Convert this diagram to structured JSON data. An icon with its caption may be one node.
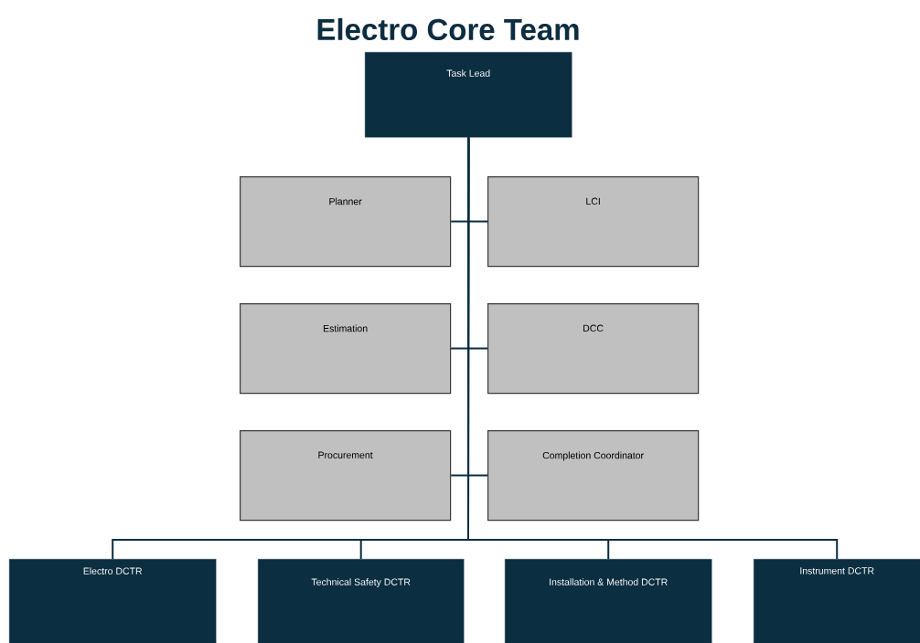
{
  "diagram": {
    "title": "Electro Core Team",
    "nodes": [
      {
        "text": [
          "Task Lead"
        ]
      },
      {
        "text": [
          "Planner"
        ]
      },
      {
        "text": [
          "LCI"
        ]
      },
      {
        "text": [
          "Estimation"
        ]
      },
      {
        "text": [
          "DCC"
        ]
      },
      {
        "text": [
          "Procurement"
        ]
      },
      {
        "text": [
          "Completion Coordinator"
        ]
      },
      {
        "text": [
          "Electro  DCTR"
        ]
      },
      {
        "text": [
          "Technical Safety DCTR"
        ]
      },
      {
        "text": [
          "Installation & Method DCTR"
        ]
      },
      {
        "text": [
          "Instrument DCTR"
        ]
      }
    ],
    "edges": [
      {
        "from": 0,
        "to": 1,
        "arrow": "none"
      },
      {
        "from": 0,
        "to": 2,
        "arrow": "none"
      },
      {
        "from": 0,
        "to": 3,
        "arrow": "none"
      },
      {
        "from": 0,
        "to": 4,
        "arrow": "none"
      },
      {
        "from": 0,
        "to": 5,
        "arrow": "none"
      },
      {
        "from": 0,
        "to": 6,
        "arrow": "none"
      },
      {
        "from": 0,
        "to": 7,
        "arrow": "none"
      },
      {
        "from": 0,
        "to": 8,
        "arrow": "none"
      },
      {
        "from": 0,
        "to": 9,
        "arrow": "none"
      },
      {
        "from": 0,
        "to": 10,
        "arrow": "none"
      }
    ]
  }
}
